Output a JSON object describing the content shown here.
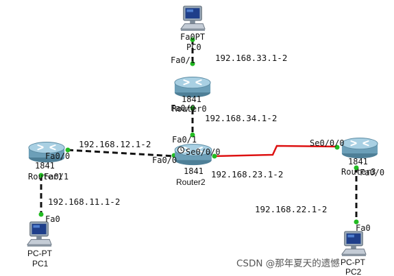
{
  "topology": {
    "devices": {
      "pc0": {
        "model": "Fa0PT",
        "name": "PC0"
      },
      "router0": {
        "model": "1841",
        "name": "Router0"
      },
      "router1": {
        "model": "1841",
        "name": "Router1"
      },
      "router2": {
        "model": "1841",
        "name": "Router2"
      },
      "router3": {
        "model": "1841",
        "name": "Router3"
      },
      "pc1": {
        "model": "PC-PT",
        "name": "PC1"
      },
      "pc2": {
        "model": "PC-PT",
        "name": "PC2"
      }
    },
    "ports": {
      "r0_top": "Fa0/1",
      "r0_bottom": "Fa0/0",
      "r2_top": "Fa0/1",
      "r2_left": "Fa0/0",
      "r2_serial": "Se0/0/0",
      "r1_right": "Fa0/0",
      "r1_bottom": "Fa0/1",
      "pc1_port": "Fa0",
      "r3_serial": "Se0/0/0",
      "r3_bottom": "Fa0/0",
      "pc2_port": "Fa0"
    },
    "networks": {
      "n33": "192.168.33.1-2",
      "n34": "192.168.34.1-2",
      "n12": "192.168.12.1-2",
      "n23": "192.168.23.1-2",
      "n11": "192.168.11.1-2",
      "n22": "192.168.22.1-2"
    },
    "colors": {
      "ethernet_link": "#111111",
      "serial_link": "#dd1111",
      "port_dot": "#22bb22",
      "router_body": "#7fb0c8"
    }
  },
  "watermark": "CSDN @那年夏天的遗憾"
}
